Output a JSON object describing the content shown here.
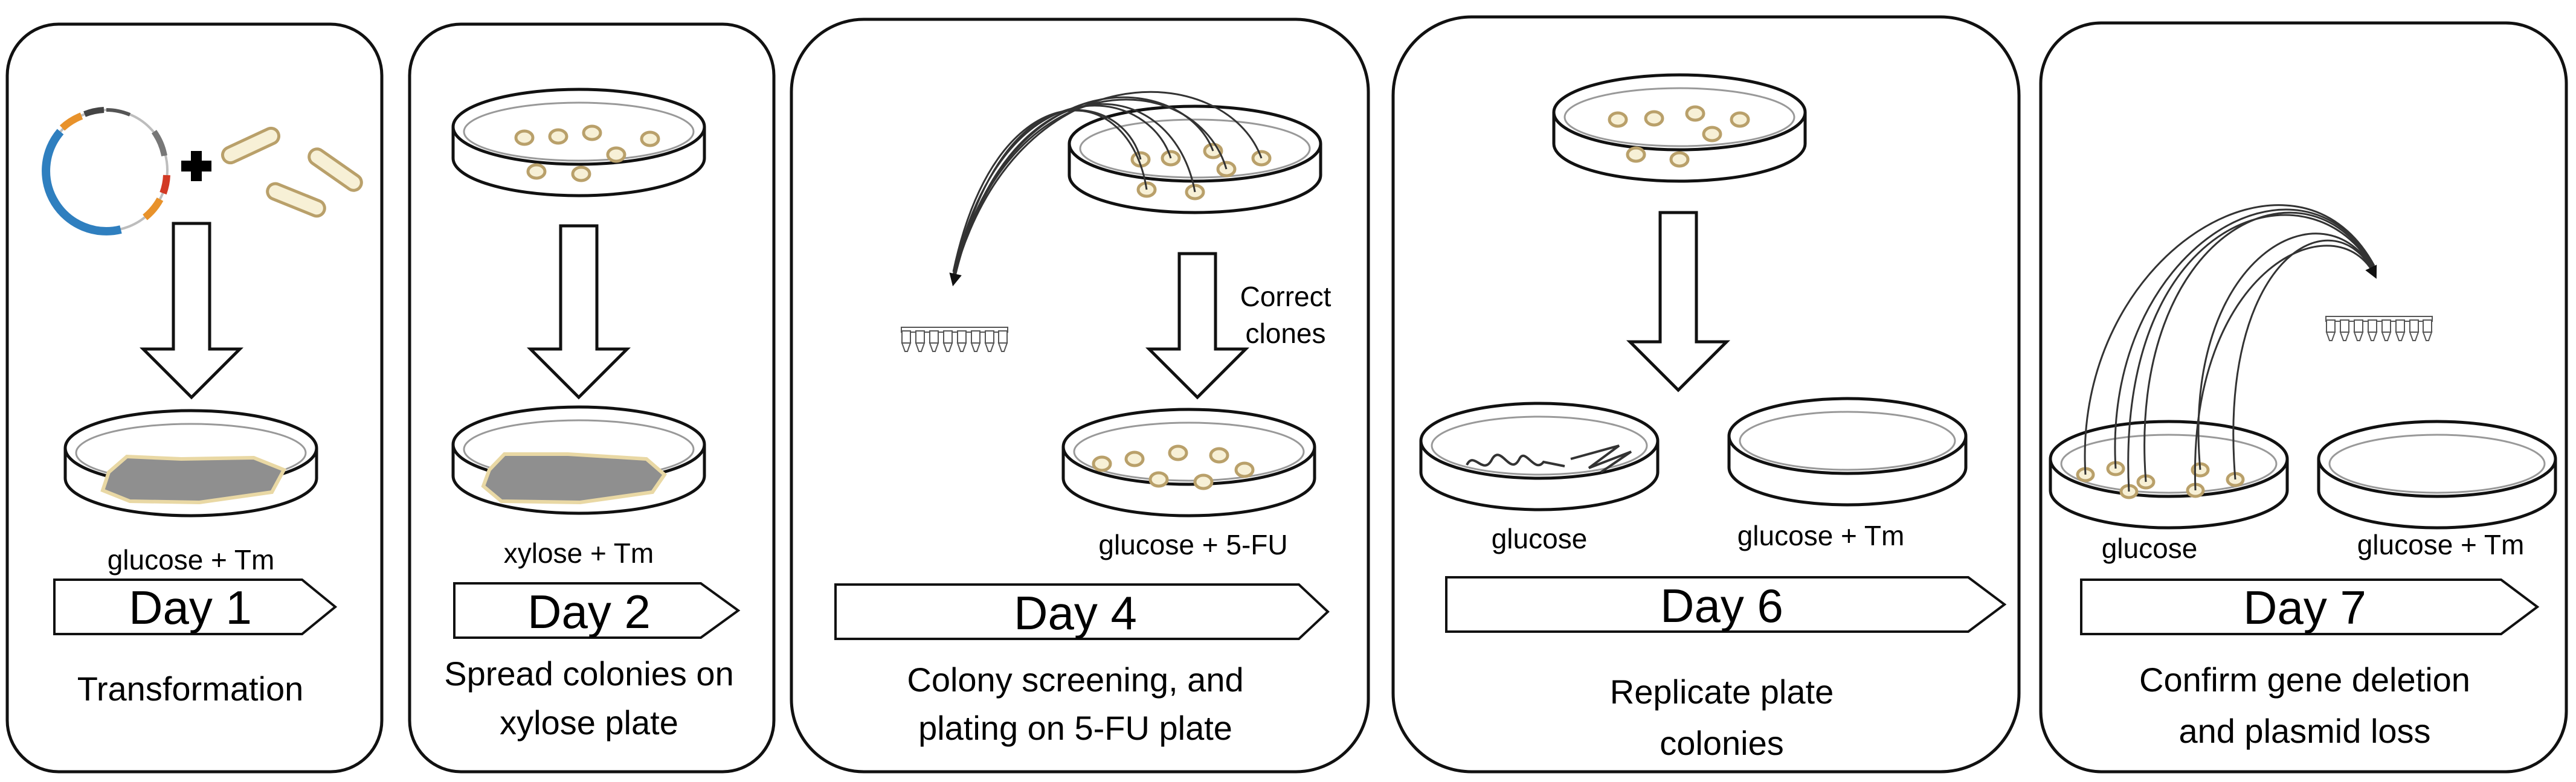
{
  "panels": [
    {
      "plate_label": "glucose + Tm",
      "day": "Day 1",
      "description": [
        "Transformation"
      ]
    },
    {
      "plate_label": "xylose + Tm",
      "day": "Day 2",
      "description": [
        "Spread colonies on",
        "xylose plate"
      ]
    },
    {
      "plate_label": "glucose + 5-FU",
      "day": "Day 4",
      "arrow_note": [
        "Correct",
        "clones"
      ],
      "description": [
        "Colony screening, and",
        "plating on 5-FU plate"
      ]
    },
    {
      "plate_labels": [
        "glucose",
        "glucose + Tm"
      ],
      "day": "Day 6",
      "description": [
        "Replicate plate",
        "colonies"
      ]
    },
    {
      "plate_labels": [
        "glucose",
        "glucose + Tm"
      ],
      "day": "Day 7",
      "description": [
        "Confirm gene deletion",
        "and plasmid loss"
      ]
    }
  ],
  "colors": {
    "colony_fill": "#f7f0d6",
    "colony_stroke": "#b9a06a",
    "lawn": "#8f8f8f",
    "lawn_edge": "#e9d8a4",
    "plasmid_blue": "#2f7fbf",
    "plasmid_orange": "#e8922b",
    "plasmid_red": "#d23a25"
  }
}
